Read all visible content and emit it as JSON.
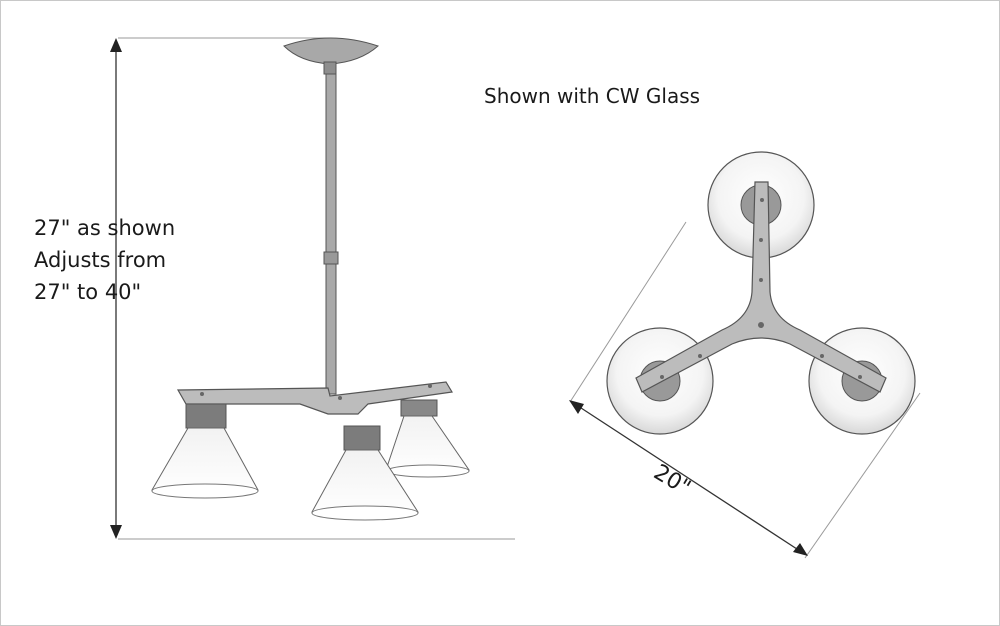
{
  "caption": "Shown with CW Glass",
  "height_note": {
    "line1": "27\" as shown",
    "line2": "Adjusts from",
    "line3": "27\" to 40\""
  },
  "width_note": "20\"",
  "colors": {
    "metal": "#b4b4b4",
    "metal_dark": "#8c8c8c",
    "outline": "#555555",
    "glass_outer": "#eaeaea",
    "glass_inner": "#ffffff",
    "dimension_line": "#333333",
    "frame": "#c8c8c8"
  }
}
